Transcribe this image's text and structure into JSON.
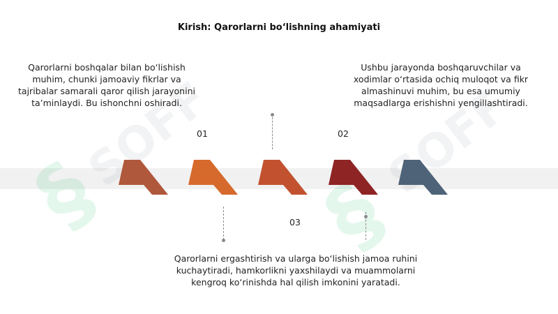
{
  "title": "Kirish: Qarorlarni bo‘lishning ahamiyati",
  "steps": [
    {
      "number": "01",
      "text": "Qarorlarni boshqalar bilan bo‘lishish muhim, chunki jamoaviy fikrlar va tajribalar samarali qaror qilish jarayonini ta’minlaydi. Bu ishonchni oshiradi."
    },
    {
      "number": "02",
      "text": "Ushbu jarayonda boshqaruvchilar va xodimlar o‘rtasida ochiq muloqot va fikr almashinuvi muhim, bu esa umumiy maqsadlarga erishishni yengillashtiradi."
    },
    {
      "number": "03",
      "text": "Qarorlarni ergashtirish va ularga bo‘lishish jamoa ruhini kuchaytiradi, hamkorlikni yaxshilaydi va muammolarni kengroq ko‘rinishda hal qilish imkonini yaratadi."
    }
  ],
  "colors": {
    "shape_1": "#b0583c",
    "shape_2": "#d66a2c",
    "shape_3": "#c2522f",
    "shape_4": "#8e2424",
    "shape_5": "#4f6378",
    "watermark": "#2ebd77"
  },
  "watermark_text": "SOFF"
}
